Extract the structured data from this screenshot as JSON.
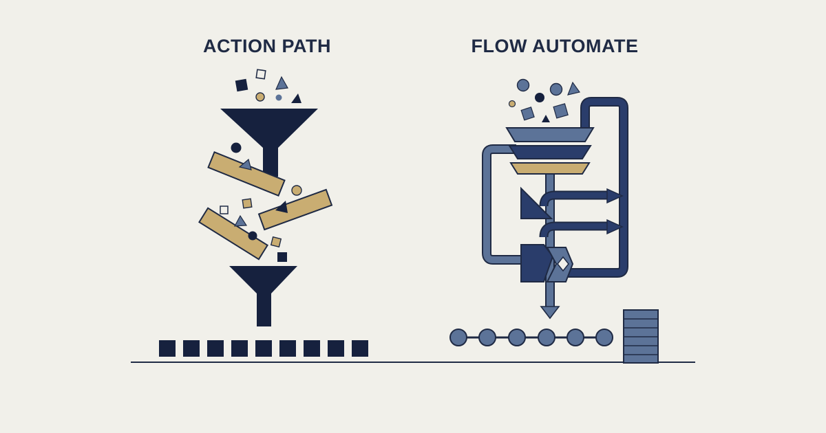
{
  "left_panel": {
    "title": "ACTION PATH",
    "output_blocks": 9
  },
  "right_panel": {
    "title": "FLOW AUTOMATE",
    "pipeline_nodes": 6,
    "stack_layers": 6
  },
  "colors": {
    "background": "#f1f0ea",
    "navy": "#16213e",
    "slate_blue": "#5c7398",
    "deep_blue": "#2a3d6b",
    "gold": "#c9ad72",
    "outline": "#1f2a44"
  },
  "icons": [
    "funnel-icon",
    "conveyor-icon",
    "arrow-right-icon",
    "arrow-down-icon",
    "database-stack-icon"
  ]
}
